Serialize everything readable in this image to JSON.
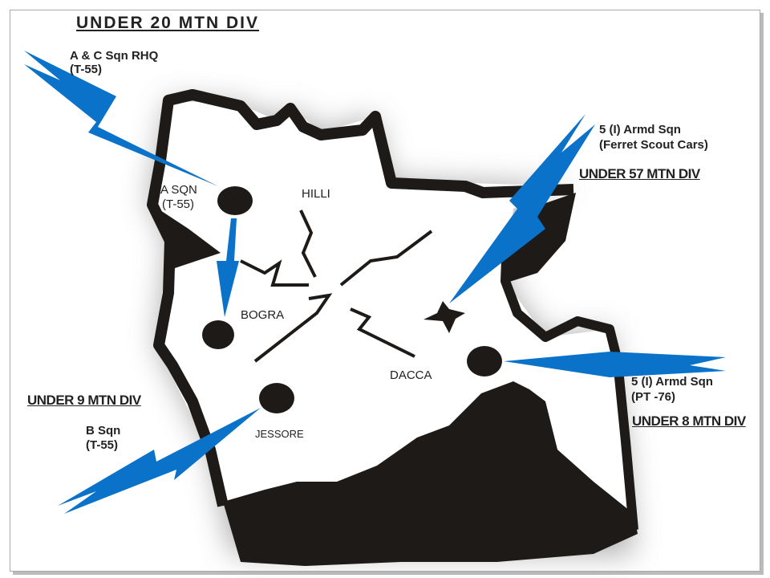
{
  "title": "UNDER 20 MTN DIV",
  "units": {
    "ac_sqn": {
      "name": "A & C Sqn RHQ",
      "type": "(T-55)"
    },
    "a_sqn": {
      "name": "A SQN",
      "type": "(T-55)"
    },
    "armd_57": {
      "name": "5 (I) Armd Sqn",
      "type": "(Ferret Scout Cars)",
      "command": "UNDER 57 MTN DIV"
    },
    "b_sqn": {
      "name": "B Sqn",
      "type": "(T-55)",
      "command": "UNDER 9 MTN DIV"
    },
    "armd_8": {
      "name": "5 (I) Armd Sqn",
      "type": "(PT -76)",
      "command": "UNDER 8 MTN DIV"
    }
  },
  "places": [
    "HILLI",
    "BOGRA",
    "DACCA",
    "JESSORE"
  ],
  "colors": {
    "arrow": "#0a72c8",
    "land": "#1e1a17"
  }
}
